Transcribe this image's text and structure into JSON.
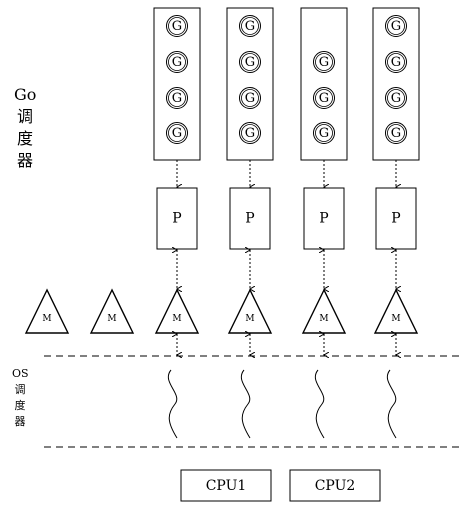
{
  "labels": {
    "go_scheduler": "Go\n调\n度\n器",
    "os_scheduler": "OS\n调\n度\n器"
  },
  "goroutine_letter": "G",
  "processor_letter": "P",
  "thread_letter": "M",
  "columns": [
    {
      "goroutines": 4
    },
    {
      "goroutines": 4
    },
    {
      "goroutines": 3
    },
    {
      "goroutines": 4
    }
  ],
  "idle_threads": 2,
  "cpus": [
    "CPU1",
    "CPU2"
  ],
  "colors": {
    "stroke": "#000000",
    "background": "#ffffff"
  }
}
